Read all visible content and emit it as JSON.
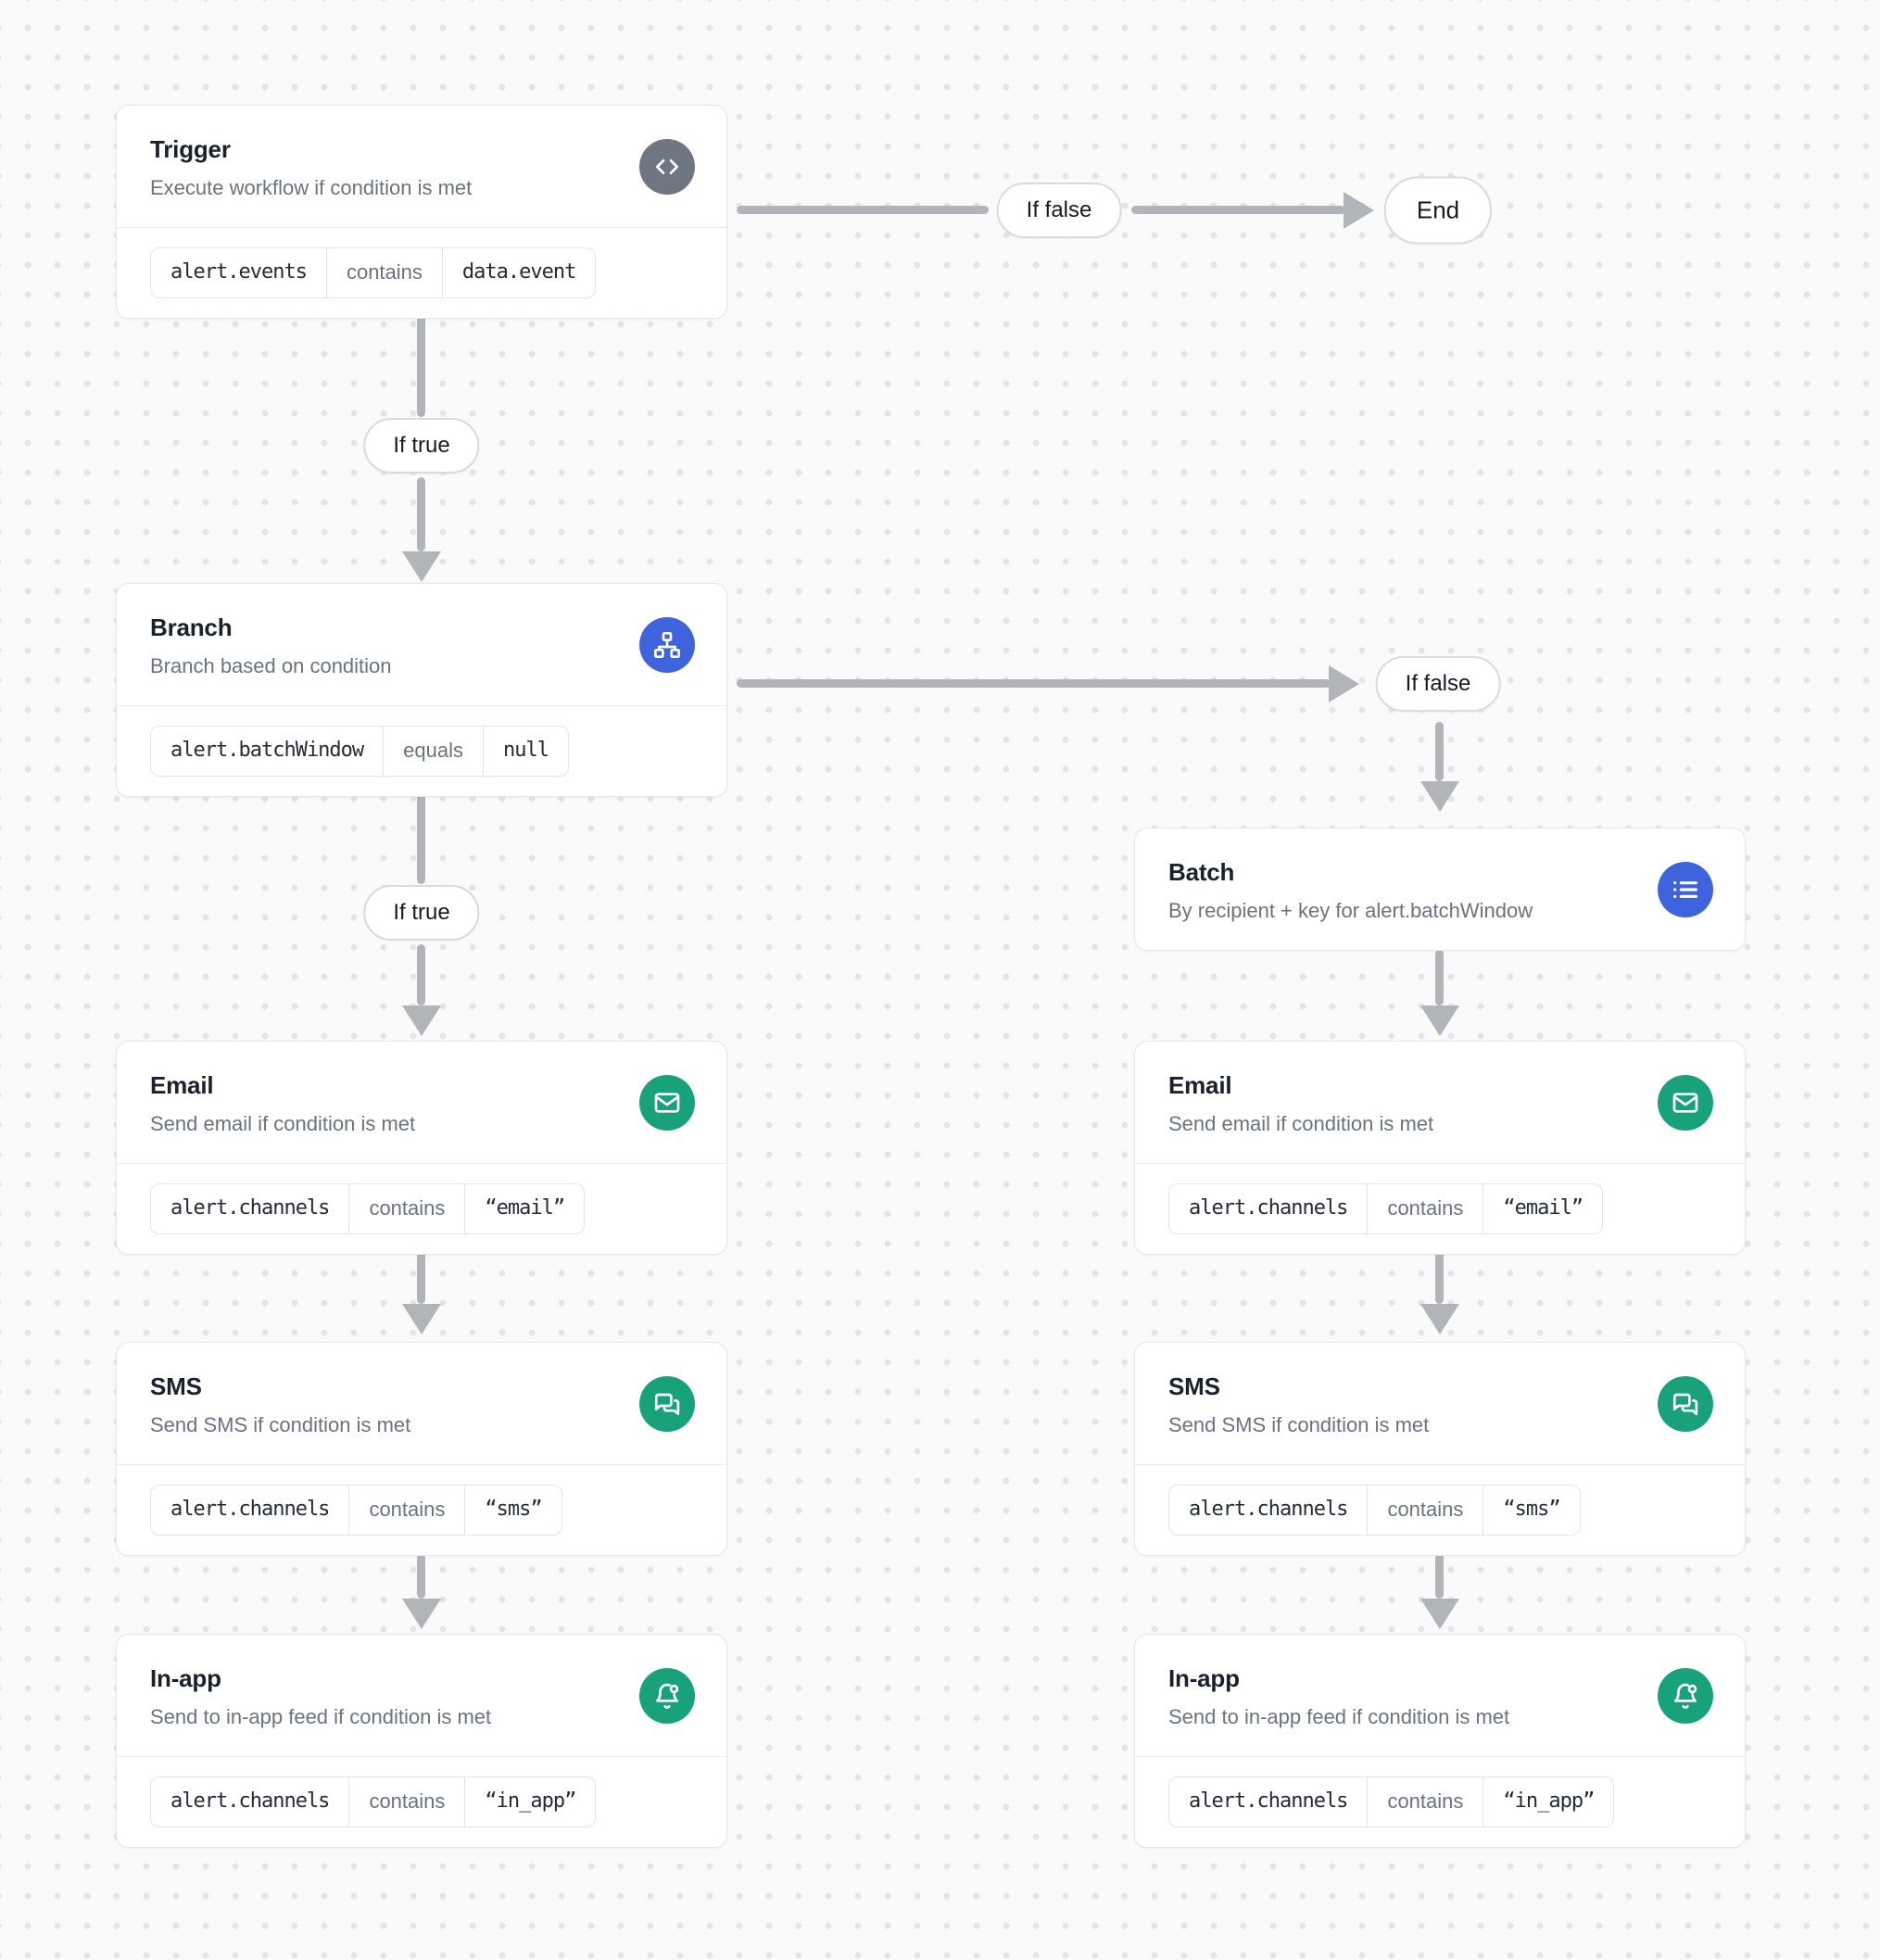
{
  "canvas": {
    "background": "#fafafb",
    "dot_color": "#e2e4e8",
    "arrow_color": "#b1b5ba"
  },
  "colors": {
    "slate": "#6e7781",
    "blue": "#3e63dd",
    "green": "#17a27b"
  },
  "edges": {
    "trigger_if_false": "If false",
    "trigger_if_true": "If true",
    "branch_if_true": "If true",
    "branch_if_false": "If false",
    "end": "End"
  },
  "nodes": {
    "trigger": {
      "title": "Trigger",
      "subtitle": "Execute workflow if condition is met",
      "icon": "code-icon",
      "condition": {
        "field": "alert.events",
        "operator": "contains",
        "value": "data.event"
      }
    },
    "branch": {
      "title": "Branch",
      "subtitle": "Branch based on condition",
      "icon": "sitemap-icon",
      "condition": {
        "field": "alert.batchWindow",
        "operator": "equals",
        "value": "null"
      }
    },
    "batch": {
      "title": "Batch",
      "subtitle": "By recipient + key for alert.batchWindow",
      "icon": "list-icon"
    },
    "email_left": {
      "title": "Email",
      "subtitle": "Send email if condition is met",
      "icon": "mail-icon",
      "condition": {
        "field": "alert.channels",
        "operator": "contains",
        "value": "“email”"
      }
    },
    "sms_left": {
      "title": "SMS",
      "subtitle": "Send SMS if condition is met",
      "icon": "messages-icon",
      "condition": {
        "field": "alert.channels",
        "operator": "contains",
        "value": "“sms”"
      }
    },
    "inapp_left": {
      "title": "In-app",
      "subtitle": "Send to in-app feed if condition is met",
      "icon": "bell-dot-icon",
      "condition": {
        "field": "alert.channels",
        "operator": "contains",
        "value": "“in_app”"
      }
    },
    "email_right": {
      "title": "Email",
      "subtitle": "Send email if condition is met",
      "icon": "mail-icon",
      "condition": {
        "field": "alert.channels",
        "operator": "contains",
        "value": "“email”"
      }
    },
    "sms_right": {
      "title": "SMS",
      "subtitle": "Send SMS if condition is met",
      "icon": "messages-icon",
      "condition": {
        "field": "alert.channels",
        "operator": "contains",
        "value": "“sms”"
      }
    },
    "inapp_right": {
      "title": "In-app",
      "subtitle": "Send to in-app feed if condition is met",
      "icon": "bell-dot-icon",
      "condition": {
        "field": "alert.channels",
        "operator": "contains",
        "value": "“in_app”"
      }
    }
  }
}
